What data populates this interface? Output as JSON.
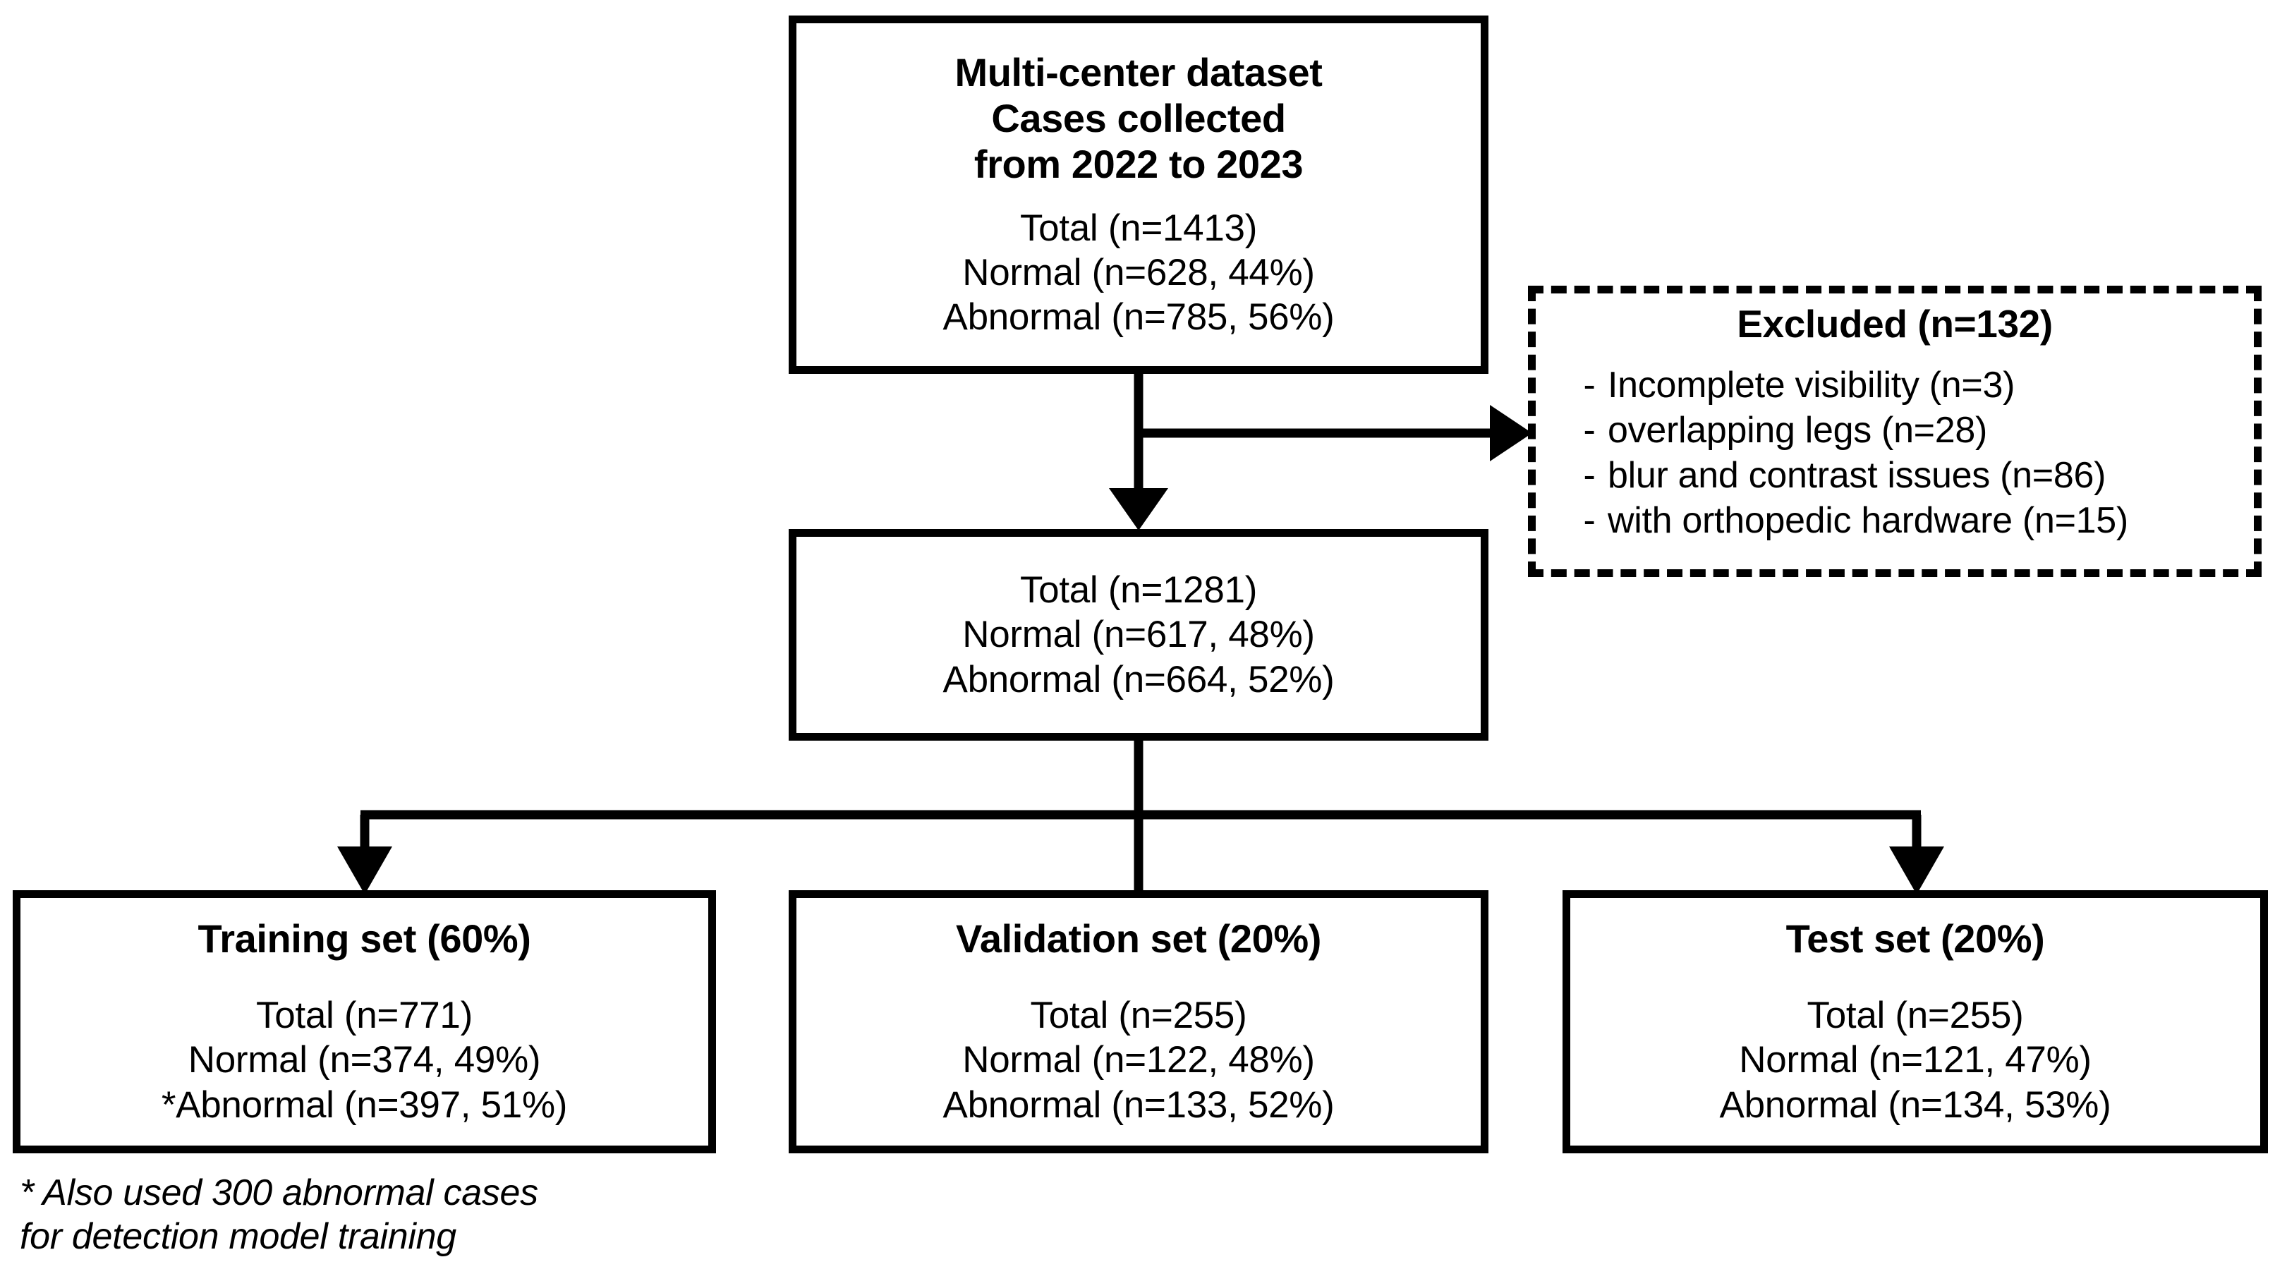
{
  "diagram": {
    "type": "flowchart",
    "title": "Dataset collection and split flow diagram",
    "colors": {
      "stroke": "#000000",
      "background": "#ffffff",
      "text": "#000000"
    }
  },
  "nodes": {
    "source": {
      "title": "Multi-center dataset\nCases collected\nfrom 2022 to 2023",
      "lines": [
        "Total (n=1413)",
        "Normal (n=628, 44%)",
        "Abnormal (n=785, 56%)"
      ],
      "totals": {
        "total": 1413,
        "normal": 628,
        "normal_pct": 44,
        "abnormal": 785,
        "abnormal_pct": 56
      }
    },
    "excluded": {
      "title": "Excluded (n=132)",
      "count": 132,
      "dash": "-",
      "items": [
        {
          "label": "Incomplete visibility (n=3)",
          "n": 3
        },
        {
          "label": "overlapping legs (n=28)",
          "n": 28
        },
        {
          "label": "blur and contrast issues (n=86)",
          "n": 86
        },
        {
          "label": "with orthopedic hardware (n=15)",
          "n": 15
        }
      ]
    },
    "included": {
      "title": "",
      "lines": [
        "Total (n=1281)",
        "Normal (n=617, 48%)",
        "Abnormal (n=664, 52%)"
      ],
      "totals": {
        "total": 1281,
        "normal": 617,
        "normal_pct": 48,
        "abnormal": 664,
        "abnormal_pct": 52
      }
    },
    "training": {
      "title": "Training set (60%)",
      "lines": [
        "Total (n=771)",
        "Normal (n=374, 49%)",
        "*Abnormal (n=397, 51%)"
      ],
      "totals": {
        "total": 771,
        "normal": 374,
        "normal_pct": 49,
        "abnormal": 397,
        "abnormal_pct": 51,
        "split_pct": 60
      }
    },
    "validation": {
      "title": "Validation set (20%)",
      "lines": [
        "Total (n=255)",
        "Normal (n=122, 48%)",
        "Abnormal (n=133, 52%)"
      ],
      "totals": {
        "total": 255,
        "normal": 122,
        "normal_pct": 48,
        "abnormal": 133,
        "abnormal_pct": 52,
        "split_pct": 20
      }
    },
    "test": {
      "title": "Test set (20%)",
      "lines": [
        "Total (n=255)",
        "Normal (n=121, 47%)",
        "Abnormal (n=134, 53%)"
      ],
      "totals": {
        "total": 255,
        "normal": 121,
        "normal_pct": 47,
        "abnormal": 134,
        "abnormal_pct": 53,
        "split_pct": 20
      }
    }
  },
  "footnote": {
    "line1": "*  Also used 300 abnormal cases",
    "line2": "for detection model training"
  }
}
